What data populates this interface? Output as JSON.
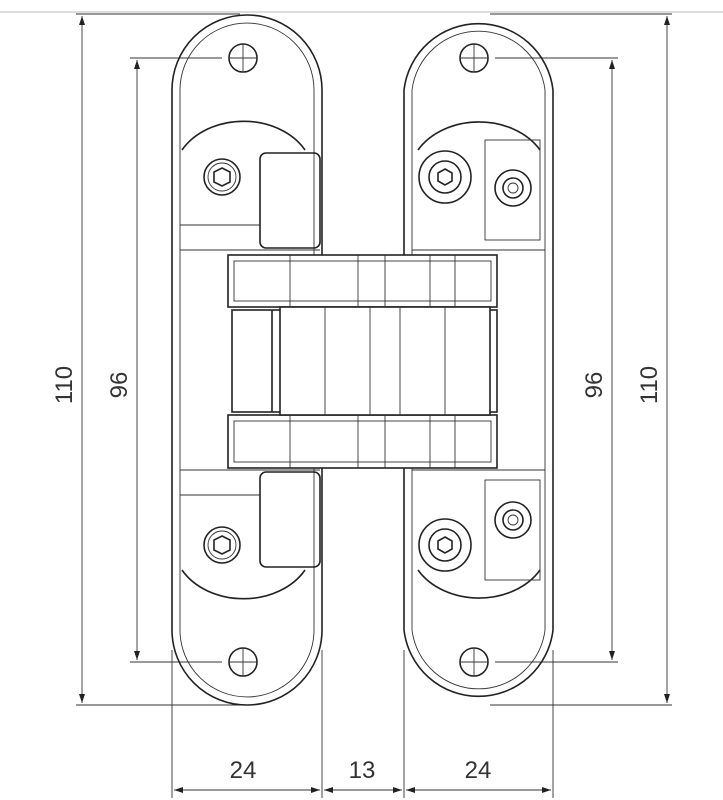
{
  "dimensions": {
    "left_total_height": "110",
    "left_hole_spacing": "96",
    "right_hole_spacing": "96",
    "right_total_height": "110",
    "left_plate_width": "24",
    "gap_width": "13",
    "right_plate_width": "24"
  }
}
